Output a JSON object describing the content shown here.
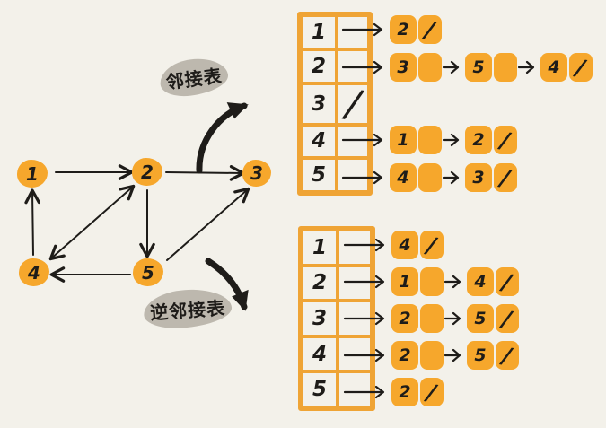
{
  "palette": {
    "background": "#f3f1ea",
    "orange": "#f6a72c",
    "table_border": "#efa435",
    "ink": "#1e1c19",
    "label_blob": "#bdb8ae"
  },
  "glyphs": {
    "null_slash": "/"
  },
  "labels": {
    "adjacency": "邻接表",
    "inverse_adjacency": "逆邻接表"
  },
  "graph": {
    "nodes": [
      {
        "id": "1",
        "label": "1"
      },
      {
        "id": "2",
        "label": "2"
      },
      {
        "id": "3",
        "label": "3"
      },
      {
        "id": "4",
        "label": "4"
      },
      {
        "id": "5",
        "label": "5"
      }
    ],
    "edges": [
      {
        "from": "1",
        "to": "2"
      },
      {
        "from": "2",
        "to": "3"
      },
      {
        "from": "4",
        "to": "1"
      },
      {
        "from": "2",
        "to": "5"
      },
      {
        "from": "5",
        "to": "4"
      },
      {
        "from": "2",
        "to": "4"
      },
      {
        "from": "4",
        "to": "2"
      },
      {
        "from": "5",
        "to": "3"
      }
    ]
  },
  "adjacency_list": {
    "rows": [
      {
        "vertex": "1",
        "head_null": false,
        "nodes": [
          {
            "value": "2",
            "is_last": true
          }
        ]
      },
      {
        "vertex": "2",
        "head_null": false,
        "nodes": [
          {
            "value": "3",
            "is_last": false
          },
          {
            "value": "5",
            "is_last": false
          },
          {
            "value": "4",
            "is_last": true
          }
        ]
      },
      {
        "vertex": "3",
        "head_null": true,
        "nodes": []
      },
      {
        "vertex": "4",
        "head_null": false,
        "nodes": [
          {
            "value": "1",
            "is_last": false
          },
          {
            "value": "2",
            "is_last": true
          }
        ]
      },
      {
        "vertex": "5",
        "head_null": false,
        "nodes": [
          {
            "value": "4",
            "is_last": false
          },
          {
            "value": "3",
            "is_last": true
          }
        ]
      }
    ]
  },
  "inverse_adjacency_list": {
    "rows": [
      {
        "vertex": "1",
        "head_null": false,
        "nodes": [
          {
            "value": "4",
            "is_last": true
          }
        ]
      },
      {
        "vertex": "2",
        "head_null": false,
        "nodes": [
          {
            "value": "1",
            "is_last": false
          },
          {
            "value": "4",
            "is_last": true
          }
        ]
      },
      {
        "vertex": "3",
        "head_null": false,
        "nodes": [
          {
            "value": "2",
            "is_last": false
          },
          {
            "value": "5",
            "is_last": true
          }
        ]
      },
      {
        "vertex": "4",
        "head_null": false,
        "nodes": [
          {
            "value": "2",
            "is_last": false
          },
          {
            "value": "5",
            "is_last": true
          }
        ]
      },
      {
        "vertex": "5",
        "head_null": false,
        "nodes": [
          {
            "value": "2",
            "is_last": true
          }
        ]
      }
    ]
  }
}
